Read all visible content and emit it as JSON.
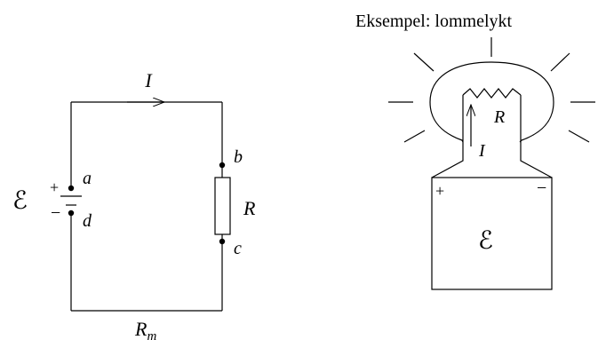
{
  "title": "Eksempel: lommelykt",
  "circuit": {
    "current": "I",
    "emf": "ℰ",
    "plus": "+",
    "minus": "−",
    "node_a": "a",
    "node_b": "b",
    "node_c": "c",
    "node_d": "d",
    "resistor": "R",
    "wire_resistance_base": "R",
    "wire_resistance_sub": "m"
  },
  "flashlight": {
    "bulb_resistance": "R",
    "current": "I",
    "plus": "+",
    "minus": "−",
    "emf": "ℰ"
  }
}
